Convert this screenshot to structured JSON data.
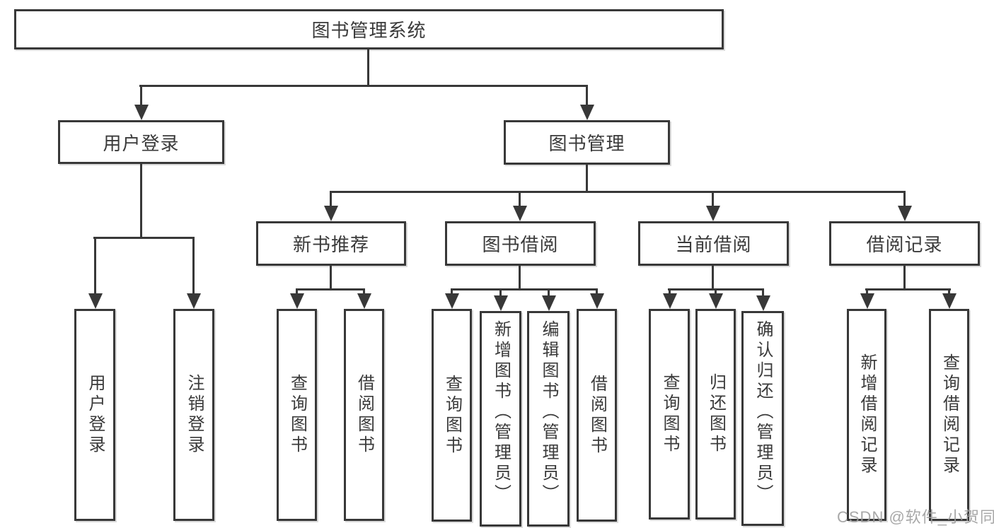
{
  "diagram": {
    "title": "图书管理系统",
    "root": {
      "label": "图书管理系统"
    },
    "level2": [
      {
        "label": "用户登录"
      },
      {
        "label": "图书管理"
      }
    ],
    "level3": [
      {
        "label": "新书推荐",
        "parent": "图书管理"
      },
      {
        "label": "图书借阅",
        "parent": "图书管理"
      },
      {
        "label": "当前借阅",
        "parent": "图书管理"
      },
      {
        "label": "借阅记录",
        "parent": "图书管理"
      }
    ],
    "leaves": [
      {
        "label": "用户登录",
        "parent": "用户登录"
      },
      {
        "label": "注销登录",
        "parent": "用户登录"
      },
      {
        "label": "查询图书",
        "parent": "新书推荐"
      },
      {
        "label": "借阅图书",
        "parent": "新书推荐"
      },
      {
        "label": "查询图书",
        "parent": "图书借阅"
      },
      {
        "label": "新增图书（管理员）",
        "parent": "图书借阅"
      },
      {
        "label": "编辑图书（管理员）",
        "parent": "图书借阅"
      },
      {
        "label": "借阅图书",
        "parent": "图书借阅"
      },
      {
        "label": "查询图书",
        "parent": "当前借阅"
      },
      {
        "label": "归还图书",
        "parent": "当前借阅"
      },
      {
        "label": "确认归还（管理员）",
        "parent": "当前借阅"
      },
      {
        "label": "新增借阅记录",
        "parent": "借阅记录"
      },
      {
        "label": "查询借阅记录",
        "parent": "借阅记录"
      }
    ]
  },
  "watermark": {
    "text": "CSDN @软件_小贺同学"
  },
  "colors": {
    "line": "#383838",
    "text": "#3a3a3a",
    "background": "#ffffff",
    "watermark": "#9e9e9e"
  }
}
